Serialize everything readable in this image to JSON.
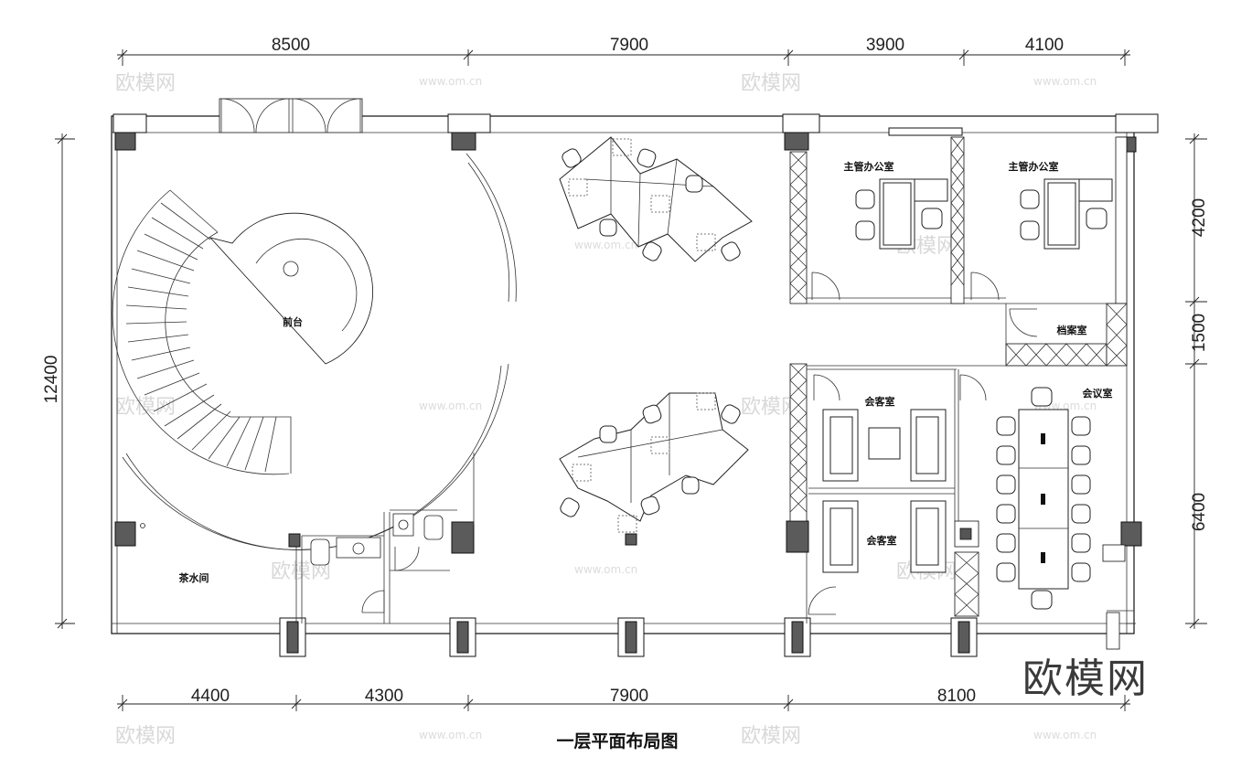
{
  "dimensions": {
    "top": [
      "8500",
      "7900",
      "3900",
      "4100"
    ],
    "bottom": [
      "4400",
      "4300",
      "7900",
      "8100"
    ],
    "left": "12400",
    "right": [
      "4200",
      "1500",
      "6400"
    ]
  },
  "rooms": {
    "reception": "前台",
    "manager_office_1": "主管办公室",
    "manager_office_2": "主管办公室",
    "archive": "档案室",
    "reception_room_1": "会客室",
    "reception_room_2": "会客室",
    "meeting_room": "会议室",
    "tea_room": "茶水间"
  },
  "title": "一层平面布局图",
  "watermark": {
    "brand": "欧模网",
    "url": "www.om.cn"
  }
}
